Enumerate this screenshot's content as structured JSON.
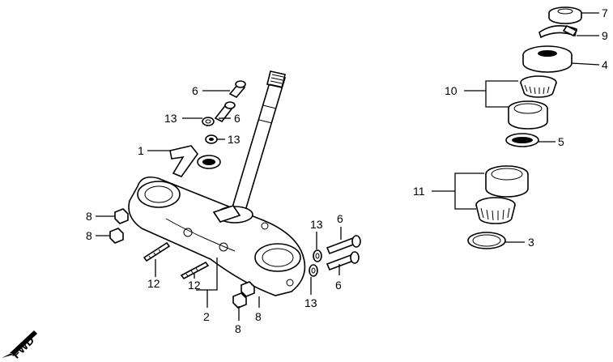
{
  "callouts": {
    "c7": "7",
    "c9": "9",
    "c4": "4",
    "c10": "10",
    "c5": "5",
    "c11": "11",
    "c3": "3",
    "c6a": "6",
    "c6b": "6",
    "c13a": "13",
    "c13b": "13",
    "c1": "1",
    "c8a": "8",
    "c8b": "8",
    "c12a": "12",
    "c12b": "12",
    "c2": "2",
    "c8c": "8",
    "c8d": "8",
    "c13c": "13",
    "c6c": "6",
    "c6d": "6",
    "c13d": "13"
  },
  "fwd_label": "FWD"
}
